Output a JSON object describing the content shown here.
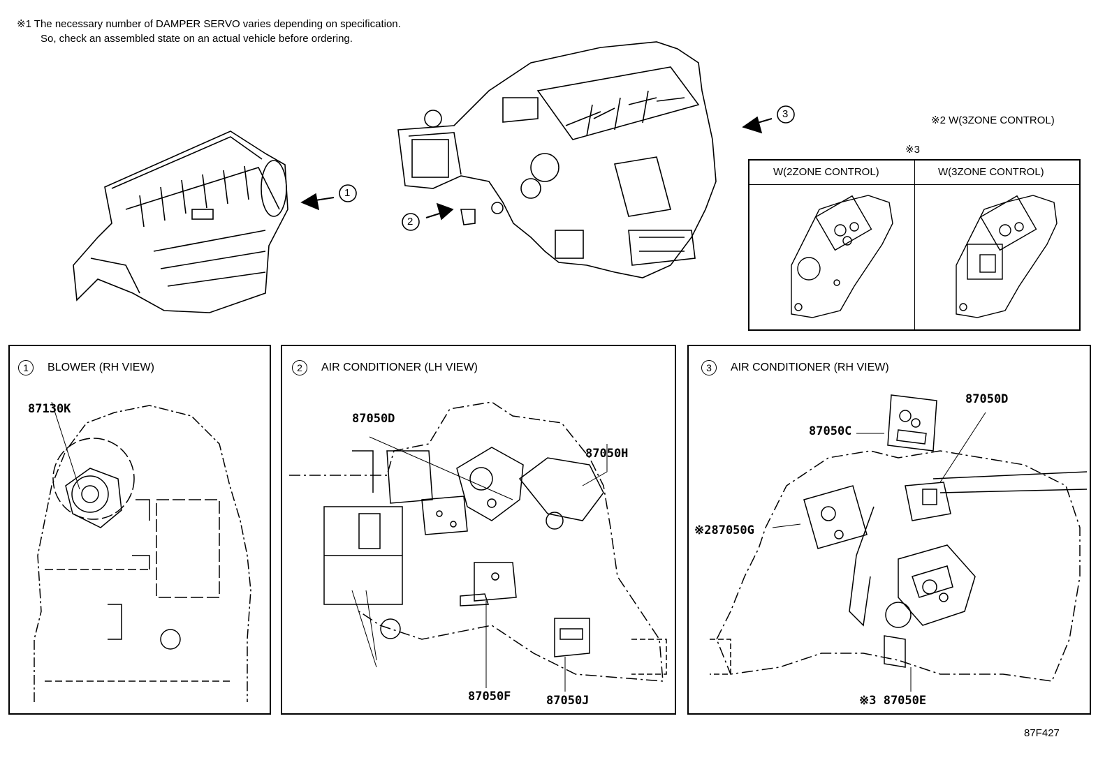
{
  "notes": {
    "note1_line1": "※1 The necessary number of DAMPER SERVO varies depending on specification.",
    "note1_line2": "So, check an assembled state on an actual vehicle before ordering.",
    "note2": "※2 W(3ZONE CONTROL)",
    "note3_mark": "※3"
  },
  "overview": {
    "arrow1": "1",
    "arrow2": "2",
    "arrow3": "3"
  },
  "zone_table": {
    "col1": "W(2ZONE CONTROL)",
    "col2": "W(3ZONE CONTROL)"
  },
  "panels": [
    {
      "num": "1",
      "title": "BLOWER (RH VIEW)",
      "parts": [
        "87130K"
      ]
    },
    {
      "num": "2",
      "title": "AIR CONDITIONER (LH VIEW)",
      "parts": [
        "87050D",
        "87050H",
        "87050F",
        "87050J"
      ]
    },
    {
      "num": "3",
      "title": "AIR CONDITIONER (RH VIEW)",
      "parts": [
        "87050D",
        "87050C",
        "※287050G",
        "※3 87050E"
      ]
    }
  ],
  "figure_code": "87F427"
}
